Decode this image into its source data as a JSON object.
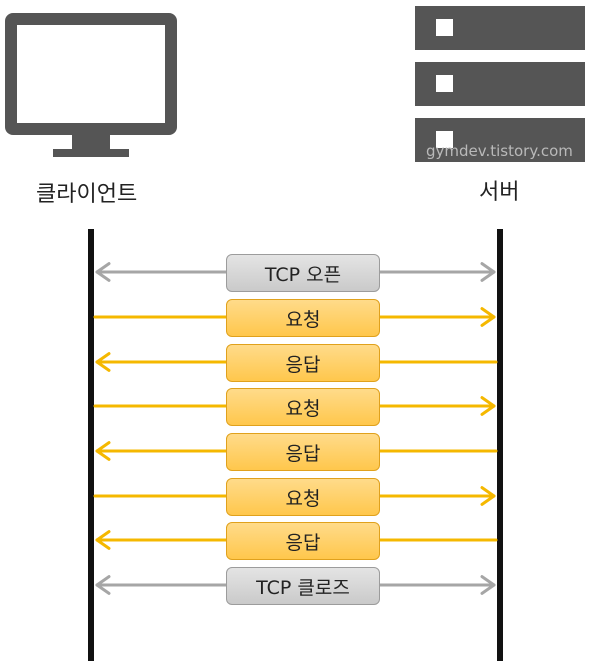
{
  "client": {
    "label": "클라이언트",
    "icon": "monitor-icon"
  },
  "server": {
    "label": "서버",
    "icon": "server-rack-icon"
  },
  "watermark": "gymdev.tistory.com",
  "colors": {
    "lifeline": "#111111",
    "device": "#555555",
    "tcp_arrow": "#a6a6a6",
    "http_arrow": "#f5b800"
  },
  "messages": [
    {
      "label": "TCP 오픈",
      "kind": "tcp",
      "direction": "both"
    },
    {
      "label": "요청",
      "kind": "http",
      "direction": "to-server"
    },
    {
      "label": "응답",
      "kind": "http",
      "direction": "to-client"
    },
    {
      "label": "요청",
      "kind": "http",
      "direction": "to-server"
    },
    {
      "label": "응답",
      "kind": "http",
      "direction": "to-client"
    },
    {
      "label": "요청",
      "kind": "http",
      "direction": "to-server"
    },
    {
      "label": "응답",
      "kind": "http",
      "direction": "to-client"
    },
    {
      "label": "TCP 클로즈",
      "kind": "tcp",
      "direction": "both"
    }
  ]
}
